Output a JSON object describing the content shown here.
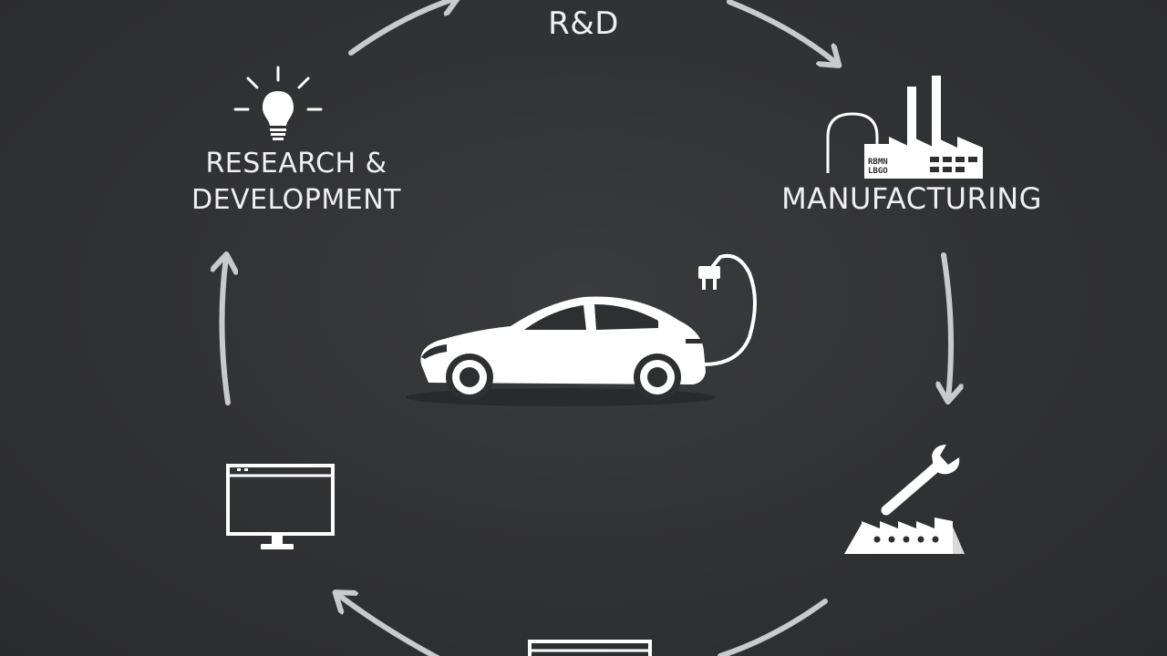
{
  "labels": {
    "rd": "R&D",
    "research_line1": "RESEARCH &",
    "research_line2": "DEVELOPMENT",
    "manufacturing": "MANUFACTURING",
    "factory_sign_line1": "RBMN",
    "factory_sign_line2": "LBGO"
  },
  "icons": [
    "lightbulb-icon",
    "factory-icon",
    "electric-car-icon",
    "charging-plug-icon",
    "wrench-factory-icon",
    "monitor-icon",
    "document-icon"
  ],
  "colors": {
    "background": "#2e2f31",
    "foreground": "#ffffff",
    "arrow": "#c9cacc"
  }
}
